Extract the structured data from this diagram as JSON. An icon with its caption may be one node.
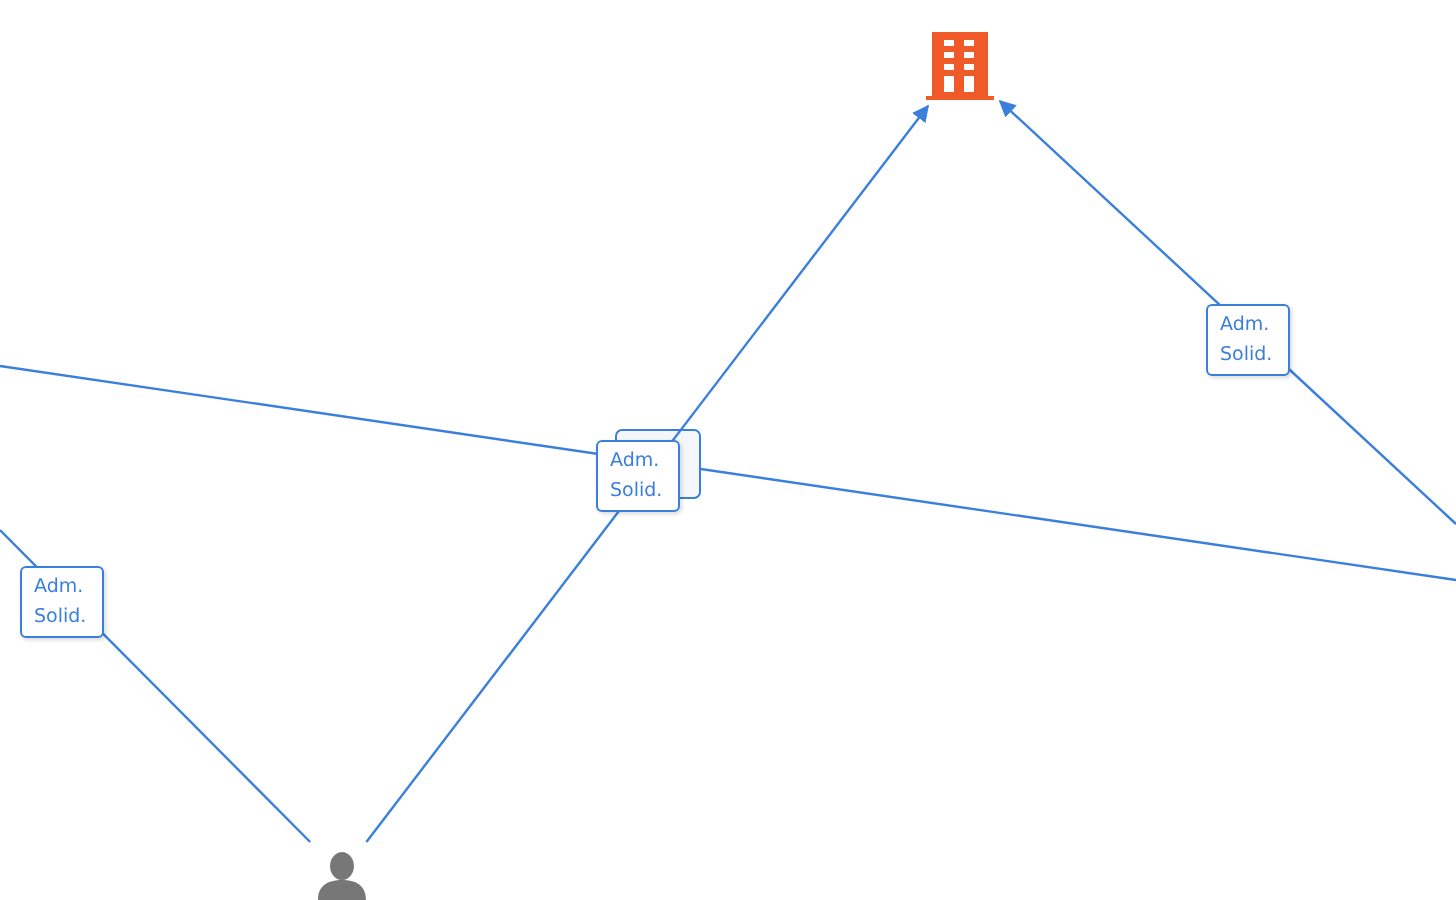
{
  "diagram": {
    "nodes": [
      {
        "text": [],
        "shape": "building"
      },
      {
        "text": [],
        "shape": "person"
      }
    ],
    "edges": [
      {
        "from": 1,
        "to": 0,
        "arrow": "to",
        "label": "Adm. Solid."
      },
      {
        "from": null,
        "to": 0,
        "arrow": "to",
        "label": "Adm. Solid."
      },
      {
        "from": null,
        "to": 1,
        "arrow": "none",
        "label": "Adm. Solid."
      }
    ]
  }
}
